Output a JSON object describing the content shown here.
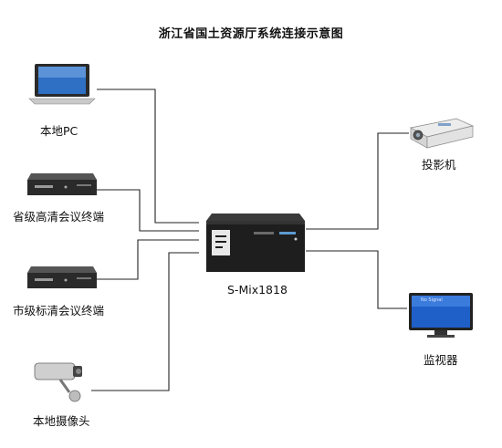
{
  "title": "浙江省国土资源厅系统连接示意图",
  "sources": {
    "pc": "本地PC",
    "provincial_terminal": "省级高清会议终端",
    "city_terminal": "市级标清会议终端",
    "camera": "本地摄像头"
  },
  "matrix": {
    "label": "S-Mix1818"
  },
  "outputs": {
    "projector": "投影机",
    "monitor": "监视器",
    "monitor_screen_text": "No Signal"
  },
  "colors": {
    "wire": "#222222",
    "device_dark": "#1e1e1e",
    "screen_blue": "#1e5fc8"
  }
}
